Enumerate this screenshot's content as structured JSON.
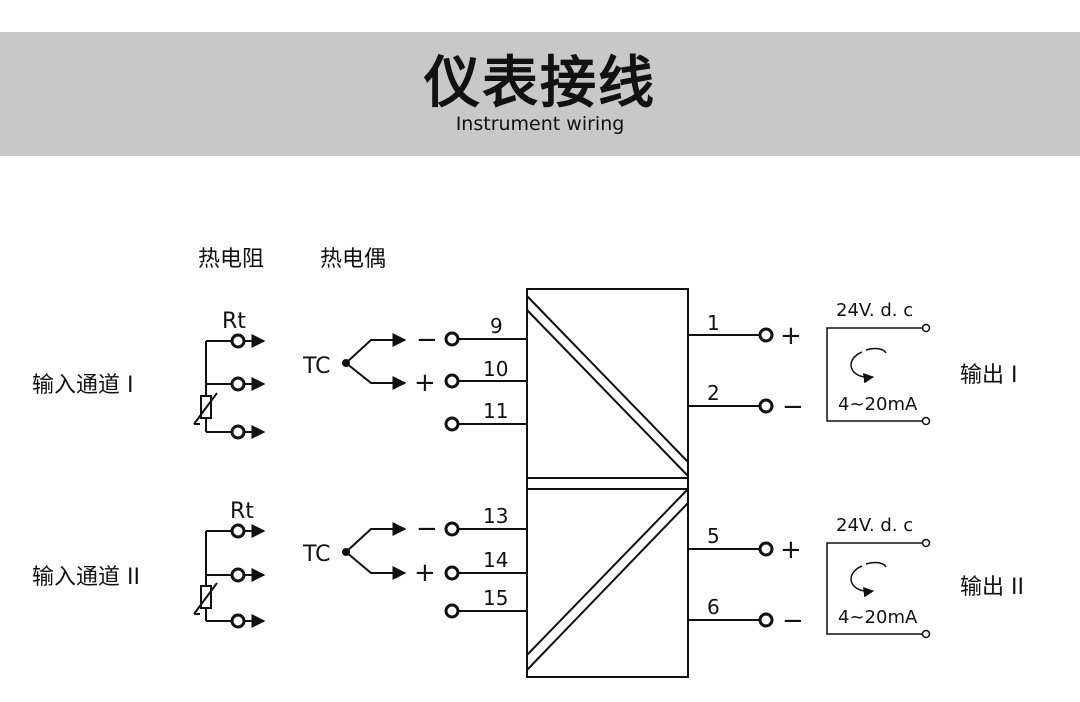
{
  "header": {
    "title": "仪表接线",
    "subtitle": "Instrument wiring"
  },
  "sensor_types": {
    "rtd": "热电阻",
    "tc": "热电偶"
  },
  "channels": [
    {
      "input_label": "输入通道 I",
      "rtd_label": "Rt",
      "tc_label": "TC",
      "tc_minus": "−",
      "tc_plus": "+",
      "terminals": [
        "9",
        "10",
        "11"
      ],
      "outputs": [
        {
          "terminal": "1",
          "sign": "+"
        },
        {
          "terminal": "2",
          "sign": "−"
        }
      ],
      "supply": "24V. d. c",
      "signal": "4~20mA",
      "output_label": "输出 I"
    },
    {
      "input_label": "输入通道 II",
      "rtd_label": "Rt",
      "tc_label": "TC",
      "tc_minus": "−",
      "tc_plus": "+",
      "terminals": [
        "13",
        "14",
        "15"
      ],
      "outputs": [
        {
          "terminal": "5",
          "sign": "+"
        },
        {
          "terminal": "6",
          "sign": "−"
        }
      ],
      "supply": "24V. d. c",
      "signal": "4~20mA",
      "output_label": "输出 II"
    }
  ],
  "colors": {
    "banner": "#c8c8c8",
    "line": "#111111",
    "background": "#ffffff"
  }
}
